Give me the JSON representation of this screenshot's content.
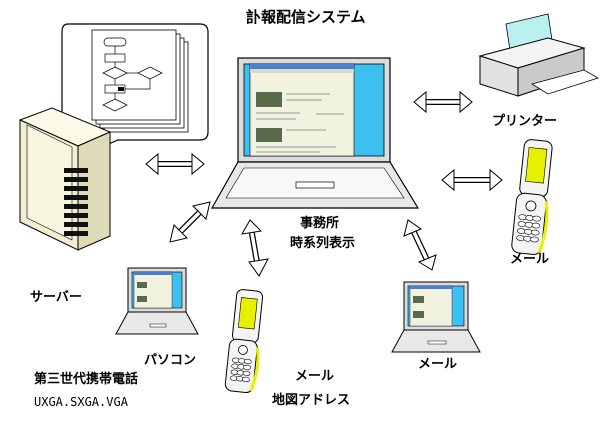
{
  "title": "訃報配信システム",
  "labels": {
    "printer": "プリンター",
    "main_terminal_line1": "事務所",
    "main_terminal_line2": "時系列表示",
    "server": "サーバー",
    "pc": "パソコン",
    "phone_right_mail": "メール",
    "laptop_right_mail": "メール",
    "phone_center_line1": "メール",
    "phone_center_line2": "地図アドレス",
    "phone_generation": "第三世代携帯電話",
    "resolutions": "UXGA.SXGA.VGA"
  },
  "colors": {
    "screen": "#3cc0f0",
    "window": "#f2f2e0",
    "server_body": "#f1efd2",
    "phone_accent": "#e6f000",
    "paper": "#b9f0f0"
  }
}
